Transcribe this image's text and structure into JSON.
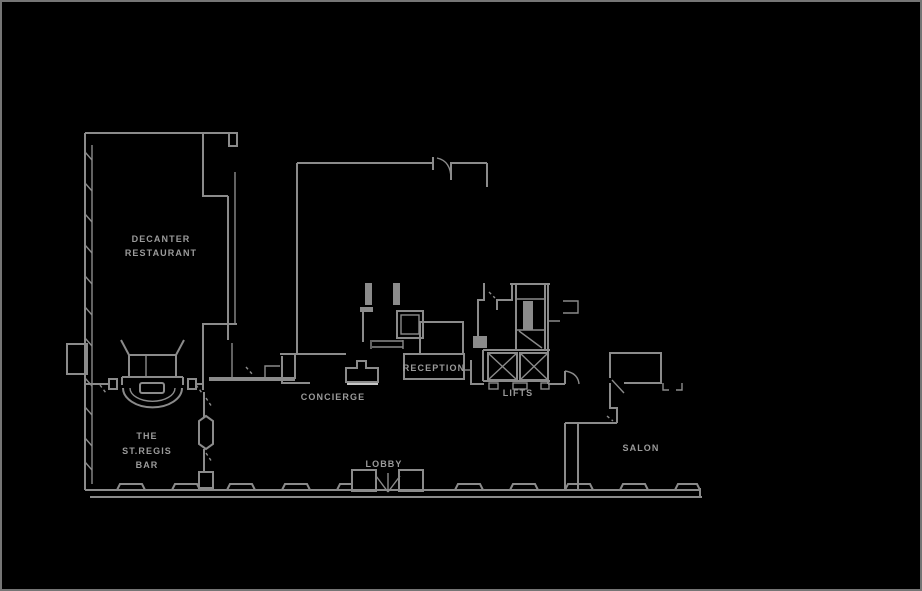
{
  "title": "hotel-ground-floor-plan",
  "colors": {
    "background": "#000000",
    "wall": "#8b8b8b",
    "wall_highlight": "#c6c6c6",
    "label_text": "#9b9b9b",
    "frame_border": "#757575"
  },
  "icons": {
    "lift": "x-cross-in-box",
    "revolving_door": "three-spoke-fan",
    "door_swing": "quarter-arc",
    "stairs": "parallel-treads-with-diagonal"
  },
  "rooms": {
    "restaurant": {
      "line1": "DECANTER",
      "line2": "RESTAURANT"
    },
    "bar": {
      "line1": "THE",
      "line2": "ST.REGIS",
      "line3": "BAR"
    },
    "concierge": {
      "label": "CONCIERGE"
    },
    "reception": {
      "label": "RECEPTION"
    },
    "lifts": {
      "label": "LIFTS"
    },
    "lobby": {
      "label": "LOBBY"
    },
    "salon": {
      "label": "SALON"
    }
  }
}
